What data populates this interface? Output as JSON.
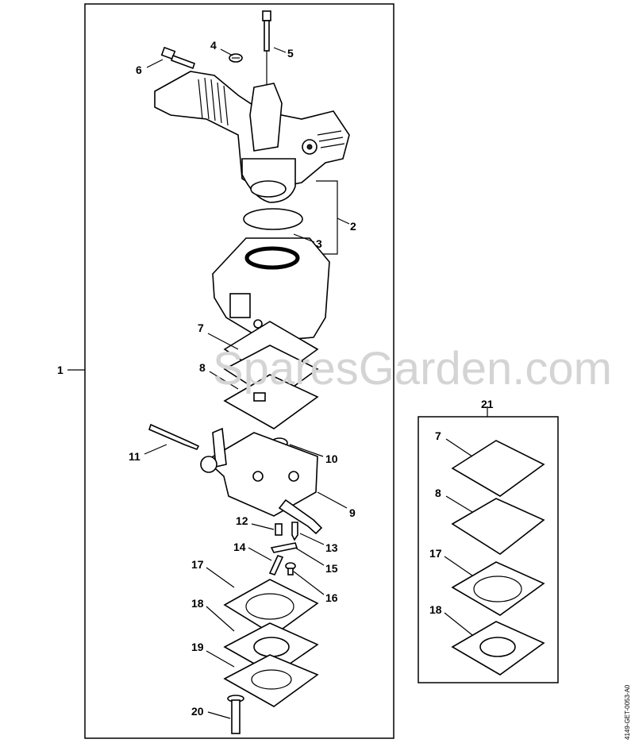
{
  "diagram": {
    "main_labels": {
      "l1": "1",
      "l2": "2",
      "l3": "3",
      "l4": "4",
      "l5": "5",
      "l6": "6",
      "l7": "7",
      "l8": "8",
      "l9": "9",
      "l10": "10",
      "l11": "11",
      "l12": "12",
      "l13": "13",
      "l14": "14",
      "l15": "15",
      "l16": "16",
      "l17": "17",
      "l18": "18",
      "l19": "19",
      "l20": "20"
    },
    "kit": {
      "label": "21",
      "items": {
        "k7": "7",
        "k8": "8",
        "k17": "17",
        "k18": "18"
      }
    },
    "watermark": "SparesGarden.com",
    "drawing_code": "4149-GET-0053-A0"
  }
}
